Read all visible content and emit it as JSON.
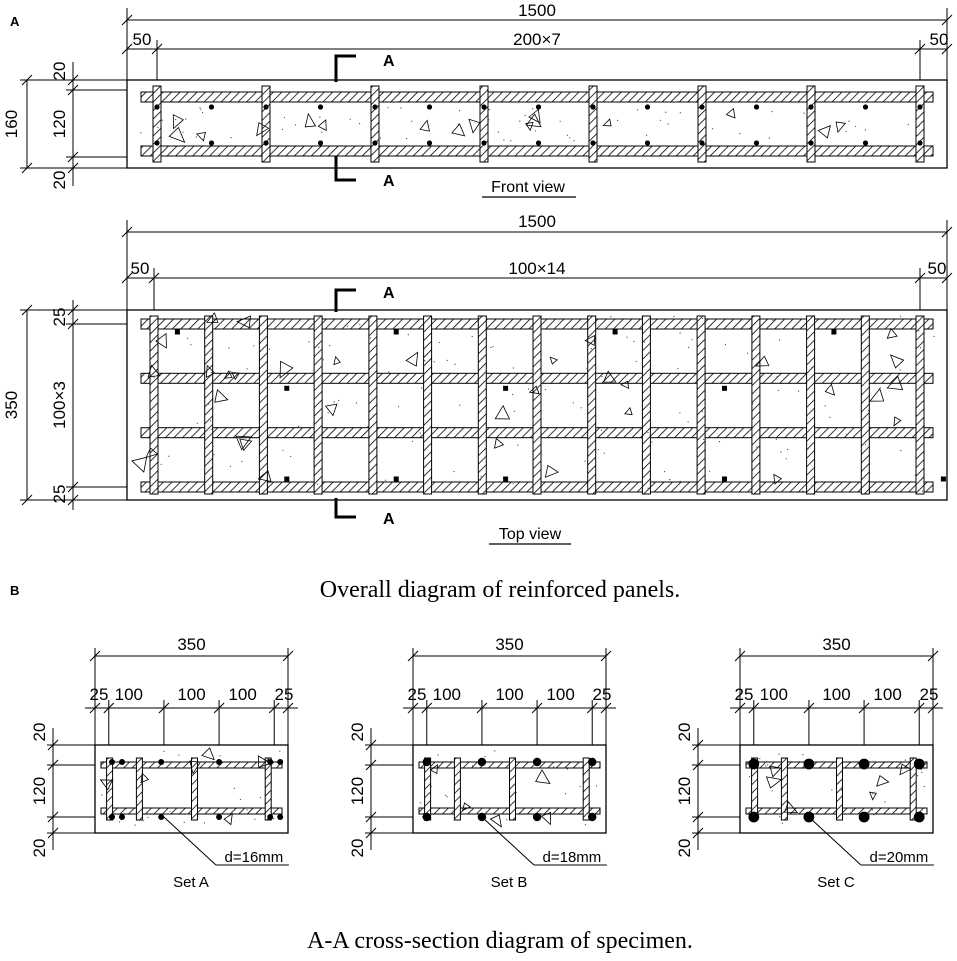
{
  "panel_a": {
    "letter": "A",
    "front": {
      "overall": "1500",
      "left_edge": "50",
      "spacing": "200×7",
      "right_edge": "50",
      "height": "160",
      "cover_top": "20",
      "inner": "120",
      "cover_bottom": "20",
      "cut_label": "A",
      "view_label": "Front view",
      "stirrup_count": 8
    },
    "top": {
      "overall": "1500",
      "left_edge": "50",
      "spacing": "100×14",
      "right_edge": "50",
      "width": "350",
      "cover_top": "25",
      "inner": "100×3",
      "cover_bottom": "25",
      "cut_label": "A",
      "view_label": "Top view",
      "transverse_count": 15,
      "longitudinal_count": 4
    },
    "caption": "Overall diagram of reinforced panels."
  },
  "panel_b": {
    "letter": "B",
    "sets": [
      {
        "name": "Set A",
        "bar_label": "d=16mm",
        "bar_size": 16
      },
      {
        "name": "Set B",
        "bar_label": "d=18mm",
        "bar_size": 18
      },
      {
        "name": "Set C",
        "bar_label": "d=20mm",
        "bar_size": 20
      }
    ],
    "dims": {
      "width": "350",
      "edge_left": "25",
      "spacing": [
        "100",
        "100",
        "100"
      ],
      "edge_right": "25",
      "cover_top": "20",
      "inner": "120",
      "cover_bottom": "20"
    },
    "caption": "A-A cross-section diagram of specimen."
  }
}
